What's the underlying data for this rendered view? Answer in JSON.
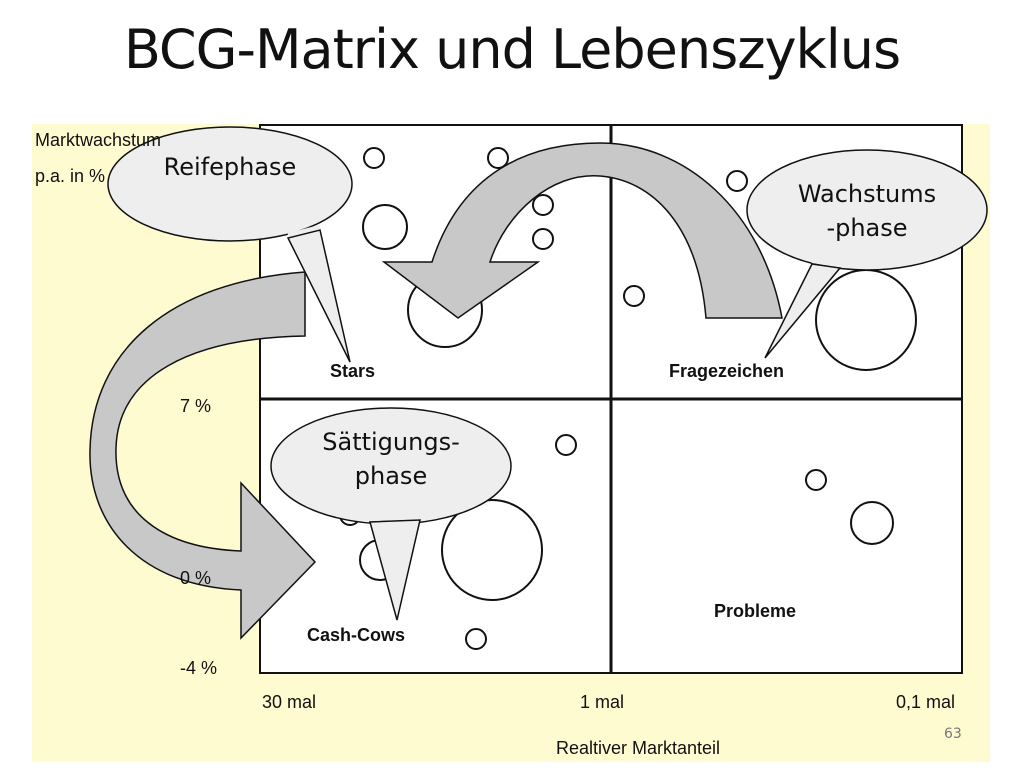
{
  "title": "BCG-Matrix und Lebenszyklus",
  "matrix": {
    "y_axis_label_line1": "Marktwachstum",
    "y_axis_label_line2": "p.a. in %",
    "x_axis_label": "Realtiver Marktanteil",
    "y_ticks": [
      "7 %",
      "0 %",
      "-4 %"
    ],
    "x_ticks": [
      "30 mal",
      "1 mal",
      "0,1 mal"
    ],
    "quadrants": {
      "top_left": "Stars",
      "top_right": "Fragezeichen",
      "bottom_left": "Cash-Cows",
      "bottom_right": "Probleme"
    }
  },
  "phases": {
    "growth_line1": "Wachstums",
    "growth_line2": "-phase",
    "maturity": "Reifephase",
    "saturation_line1": "Sättigungs-",
    "saturation_line2": "phase"
  },
  "page_number": "63",
  "colors": {
    "panel_background": "#fffbd1",
    "arrow_fill": "#c8c8c8",
    "bubble_fill": "#eeeeee"
  }
}
